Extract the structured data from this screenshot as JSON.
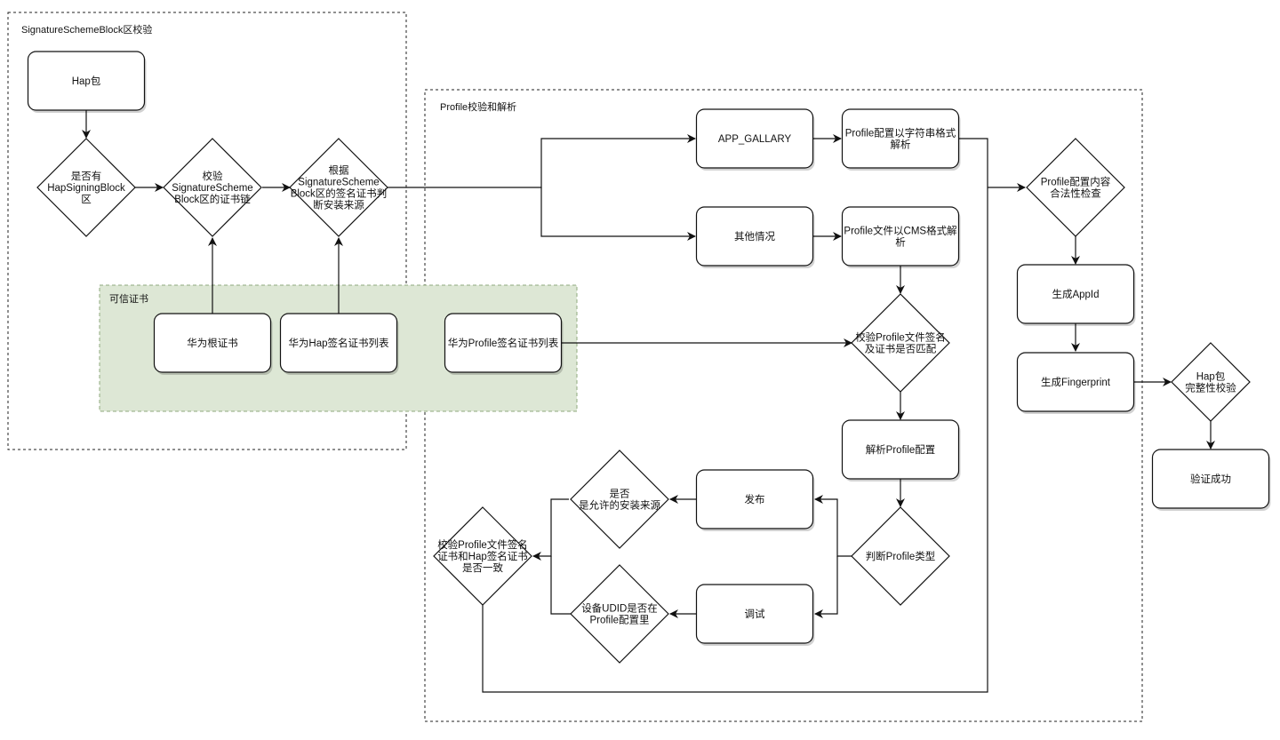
{
  "groups": {
    "signature": "SignatureSchemeBlock区校验",
    "profile": "Profile校验和解析",
    "trusted": "可信证书"
  },
  "nodes": {
    "hap": [
      "Hap包"
    ],
    "has_block": [
      "是否有",
      "HapSigningBlock",
      "区"
    ],
    "verify_chain": [
      "校验",
      "SignatureScheme",
      "Block区的证书链"
    ],
    "install_source": [
      "根据",
      "SignatureScheme",
      "Block区的签名证书判",
      "断安装来源"
    ],
    "root_cert": [
      "华为根证书"
    ],
    "hap_cert_list": [
      "华为Hap签名证书列表"
    ],
    "profile_cert_list": [
      "华为Profile签名证书列表"
    ],
    "app_gallery": [
      "APP_GALLARY"
    ],
    "profile_string": [
      "Profile配置以字符串格式",
      "解析"
    ],
    "other": [
      "其他情况"
    ],
    "profile_cms": [
      "Profile文件以CMS格式解",
      "析"
    ],
    "verify_profile_sig": [
      "校验Profile文件签名",
      "及证书是否匹配"
    ],
    "parse_profile": [
      "解析Profile配置"
    ],
    "judge_type": [
      "判断Profile类型"
    ],
    "release": [
      "发布"
    ],
    "debug": [
      "调试"
    ],
    "allowed_source": [
      "是否",
      "是允许的安装来源"
    ],
    "udid": [
      "设备UDID是否在",
      "Profile配置里"
    ],
    "consistent": [
      "校验Profile文件签名",
      "证书和Hap签名证书",
      "是否一致"
    ],
    "legality": [
      "Profile配置内容",
      "合法性检查"
    ],
    "gen_appid": [
      "生成AppId"
    ],
    "gen_fp": [
      "生成Fingerprint"
    ],
    "integrity": [
      "Hap包",
      "完整性校验"
    ],
    "success": [
      "验证成功"
    ]
  },
  "colors": {
    "trusted_fill": "#dde7d5",
    "trusted_border": "#8faa7d",
    "stroke": "#111111"
  }
}
